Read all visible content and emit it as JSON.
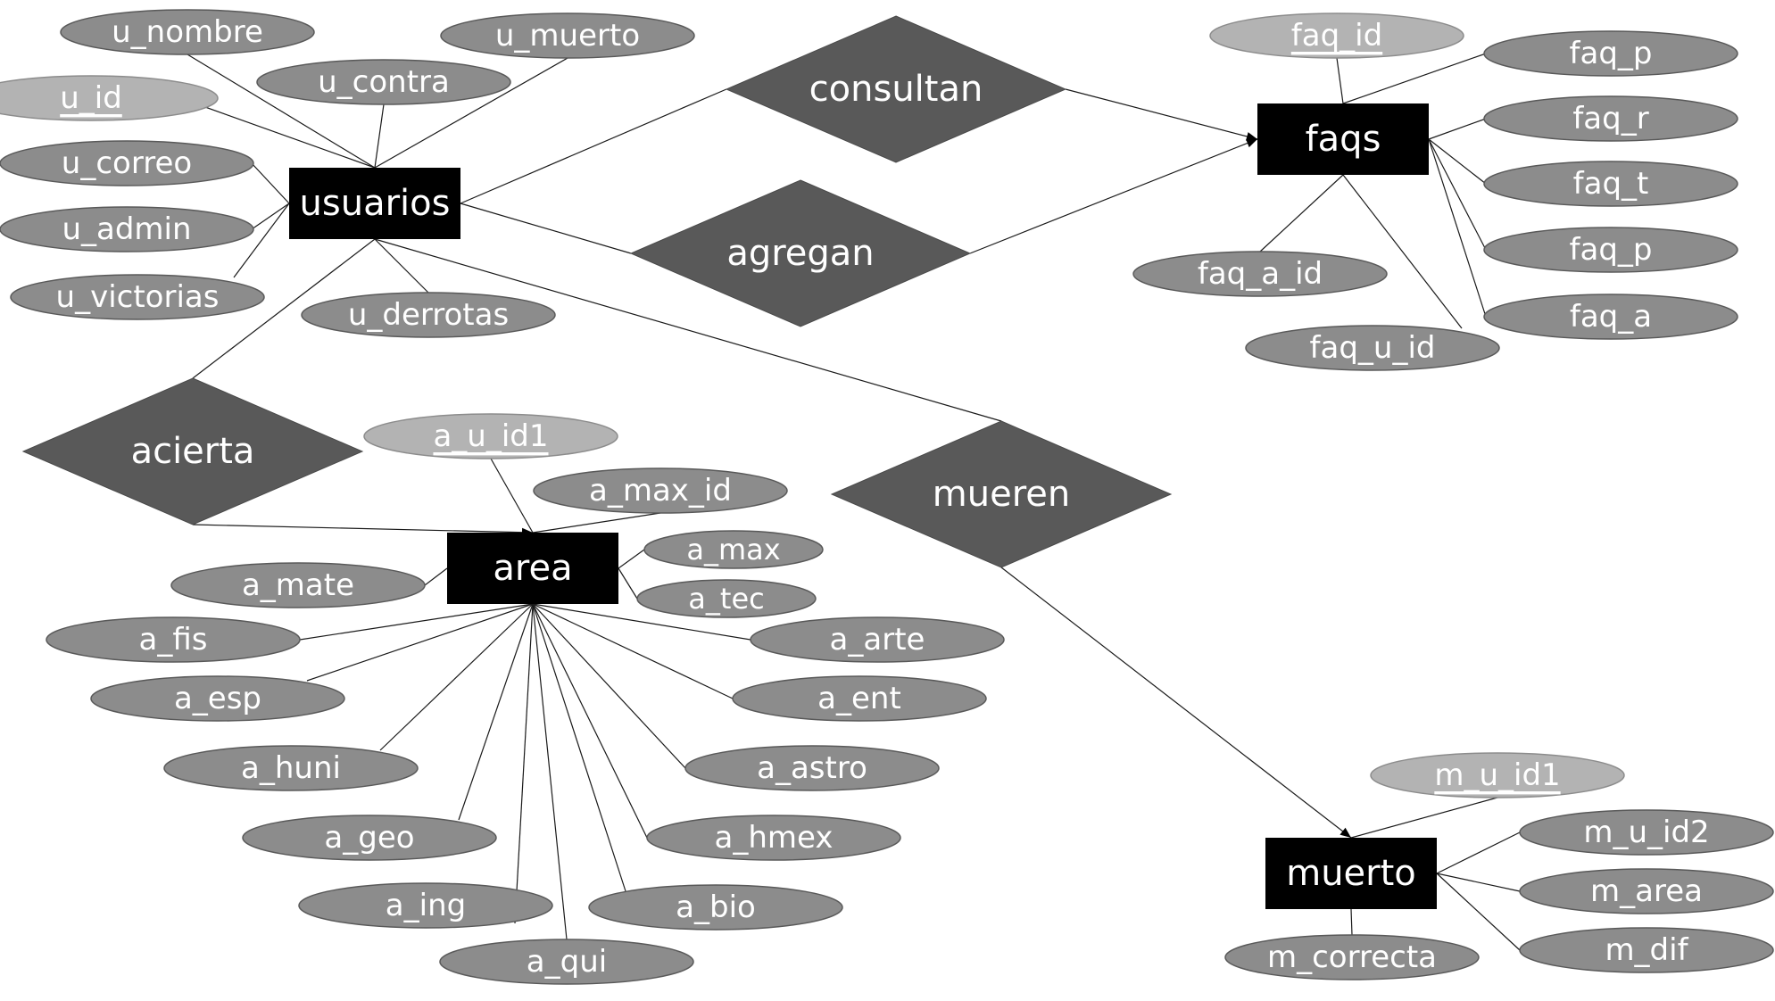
{
  "entities": [
    {
      "id": "usuarios",
      "label": "usuarios"
    },
    {
      "id": "faqs",
      "label": "faqs"
    },
    {
      "id": "area",
      "label": "area"
    },
    {
      "id": "muerto",
      "label": "muerto"
    }
  ],
  "relationships": [
    {
      "id": "consultan",
      "label": "consultan"
    },
    {
      "id": "agregan",
      "label": "agregan"
    },
    {
      "id": "acierta",
      "label": "acierta"
    },
    {
      "id": "mueren",
      "label": "mueren"
    }
  ],
  "attributes": [
    {
      "id": "u_nombre",
      "label": "u_nombre",
      "entity": "usuarios",
      "key": false
    },
    {
      "id": "u_muerto",
      "label": "u_muerto",
      "entity": "usuarios",
      "key": false
    },
    {
      "id": "u_id",
      "label": "u_id",
      "entity": "usuarios",
      "key": true
    },
    {
      "id": "u_contra",
      "label": "u_contra",
      "entity": "usuarios",
      "key": false
    },
    {
      "id": "u_correo",
      "label": "u_correo",
      "entity": "usuarios",
      "key": false
    },
    {
      "id": "u_admin",
      "label": "u_admin",
      "entity": "usuarios",
      "key": false
    },
    {
      "id": "u_victorias",
      "label": "u_victorias",
      "entity": "usuarios",
      "key": false
    },
    {
      "id": "u_derrotas",
      "label": "u_derrotas",
      "entity": "usuarios",
      "key": false
    },
    {
      "id": "faq_id",
      "label": "faq_id",
      "entity": "faqs",
      "key": true
    },
    {
      "id": "faq_p1",
      "label": "faq_p",
      "entity": "faqs",
      "key": false
    },
    {
      "id": "faq_r",
      "label": "faq_r",
      "entity": "faqs",
      "key": false
    },
    {
      "id": "faq_t",
      "label": "faq_t",
      "entity": "faqs",
      "key": false
    },
    {
      "id": "faq_p2",
      "label": "faq_p",
      "entity": "faqs",
      "key": false
    },
    {
      "id": "faq_a",
      "label": "faq_a",
      "entity": "faqs",
      "key": false
    },
    {
      "id": "faq_a_id",
      "label": "faq_a_id",
      "entity": "faqs",
      "key": false
    },
    {
      "id": "faq_u_id",
      "label": "faq_u_id",
      "entity": "faqs",
      "key": false
    },
    {
      "id": "a_u_id1",
      "label": "a_u_id1",
      "entity": "area",
      "key": true
    },
    {
      "id": "a_max_id",
      "label": "a_max_id",
      "entity": "area",
      "key": false
    },
    {
      "id": "a_max",
      "label": "a_max",
      "entity": "area",
      "key": false
    },
    {
      "id": "a_tec",
      "label": "a_tec",
      "entity": "area",
      "key": false
    },
    {
      "id": "a_mate",
      "label": "a_mate",
      "entity": "area",
      "key": false
    },
    {
      "id": "a_fis",
      "label": "a_fis",
      "entity": "area",
      "key": false
    },
    {
      "id": "a_arte",
      "label": "a_arte",
      "entity": "area",
      "key": false
    },
    {
      "id": "a_esp",
      "label": "a_esp",
      "entity": "area",
      "key": false
    },
    {
      "id": "a_ent",
      "label": "a_ent",
      "entity": "area",
      "key": false
    },
    {
      "id": "a_huni",
      "label": "a_huni",
      "entity": "area",
      "key": false
    },
    {
      "id": "a_astro",
      "label": "a_astro",
      "entity": "area",
      "key": false
    },
    {
      "id": "a_geo",
      "label": "a_geo",
      "entity": "area",
      "key": false
    },
    {
      "id": "a_hmex",
      "label": "a_hmex",
      "entity": "area",
      "key": false
    },
    {
      "id": "a_ing",
      "label": "a_ing",
      "entity": "area",
      "key": false
    },
    {
      "id": "a_bio",
      "label": "a_bio",
      "entity": "area",
      "key": false
    },
    {
      "id": "a_qui",
      "label": "a_qui",
      "entity": "area",
      "key": false
    },
    {
      "id": "m_u_id1",
      "label": "m_u_id1",
      "entity": "muerto",
      "key": true
    },
    {
      "id": "m_u_id2",
      "label": "m_u_id2",
      "entity": "muerto",
      "key": false
    },
    {
      "id": "m_area",
      "label": "m_area",
      "entity": "muerto",
      "key": false
    },
    {
      "id": "m_dif",
      "label": "m_dif",
      "entity": "muerto",
      "key": false
    },
    {
      "id": "m_correcta",
      "label": "m_correcta",
      "entity": "muerto",
      "key": false
    }
  ],
  "connections": [
    {
      "from": "usuarios",
      "to": "consultan"
    },
    {
      "from": "consultan",
      "to": "faqs",
      "arrow": true
    },
    {
      "from": "usuarios",
      "to": "agregan"
    },
    {
      "from": "agregan",
      "to": "faqs",
      "arrow": true
    },
    {
      "from": "usuarios",
      "to": "acierta"
    },
    {
      "from": "acierta",
      "to": "area",
      "arrow": true
    },
    {
      "from": "usuarios",
      "to": "mueren"
    },
    {
      "from": "mueren",
      "to": "muerto",
      "arrow": true
    }
  ]
}
